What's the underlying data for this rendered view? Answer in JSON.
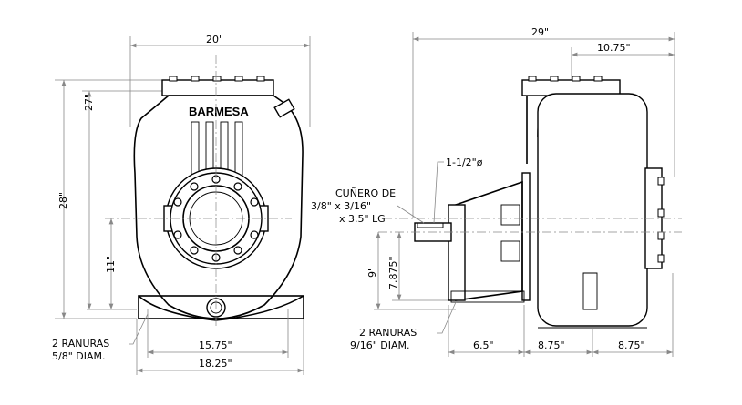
{
  "brand_label": "BARMESA",
  "front_view": {
    "width_overall": "20\"",
    "height_overall": "28\"",
    "height_flange": "27\"",
    "height_center": "11\"",
    "base_slot_spacing": "15.75\"",
    "base_width": "18.25\"",
    "slots_note_line1": "2 RANURAS",
    "slots_note_line2": "5/8\" DIAM."
  },
  "side_view": {
    "length_overall": "29\"",
    "length_flange": "10.75\"",
    "shaft_diameter": "1-1/2\"ø",
    "keyway_line1": "CUÑERO DE",
    "keyway_line2": "3/8\" x 3/16\"",
    "keyway_line3": "x 3.5\" LG",
    "height_shaft": "9\"",
    "height_shaft_base": "7.875\"",
    "slots_note_line1": "2 RANURAS",
    "slots_note_line2": "9/16\" DIAM.",
    "dim_bracket": "6.5\"",
    "dim_mid": "8.75\"",
    "dim_rear": "8.75\""
  }
}
